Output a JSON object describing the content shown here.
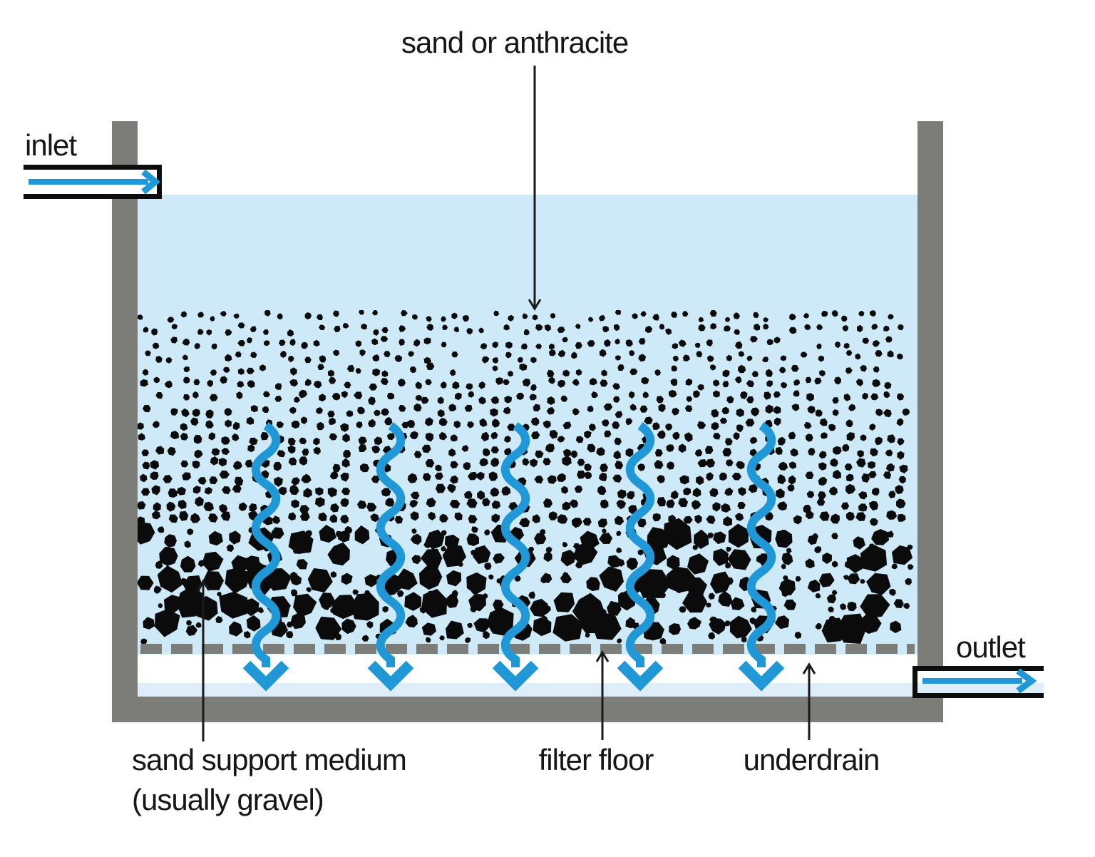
{
  "diagram": {
    "labels": {
      "media": "sand or anthracite",
      "inlet": "inlet",
      "outlet": "outlet",
      "support_line1": "sand support medium",
      "support_line2": "(usually gravel)",
      "filter_floor": "filter floor",
      "underdrain": "underdrain"
    },
    "icons": {
      "inlet_flow": "arrow-right-icon",
      "outlet_flow": "arrow-right-icon",
      "percolation": "squiggle-arrow-down-icon",
      "media_pointer": "arrow-down-icon",
      "support_pointer": "arrow-up-icon",
      "filter_floor_pointer": "arrow-up-icon",
      "underdrain_pointer": "arrow-up-icon"
    },
    "colors": {
      "background": "#ffffff",
      "water": "#cee9f7",
      "underdrain_water": "#ddeefa",
      "wall": "#7c7c79",
      "particles": "#0b0b0b",
      "flow": "#2097d6",
      "pipe_line": "#0d0d0d",
      "leader": "#1a1a1a"
    }
  }
}
